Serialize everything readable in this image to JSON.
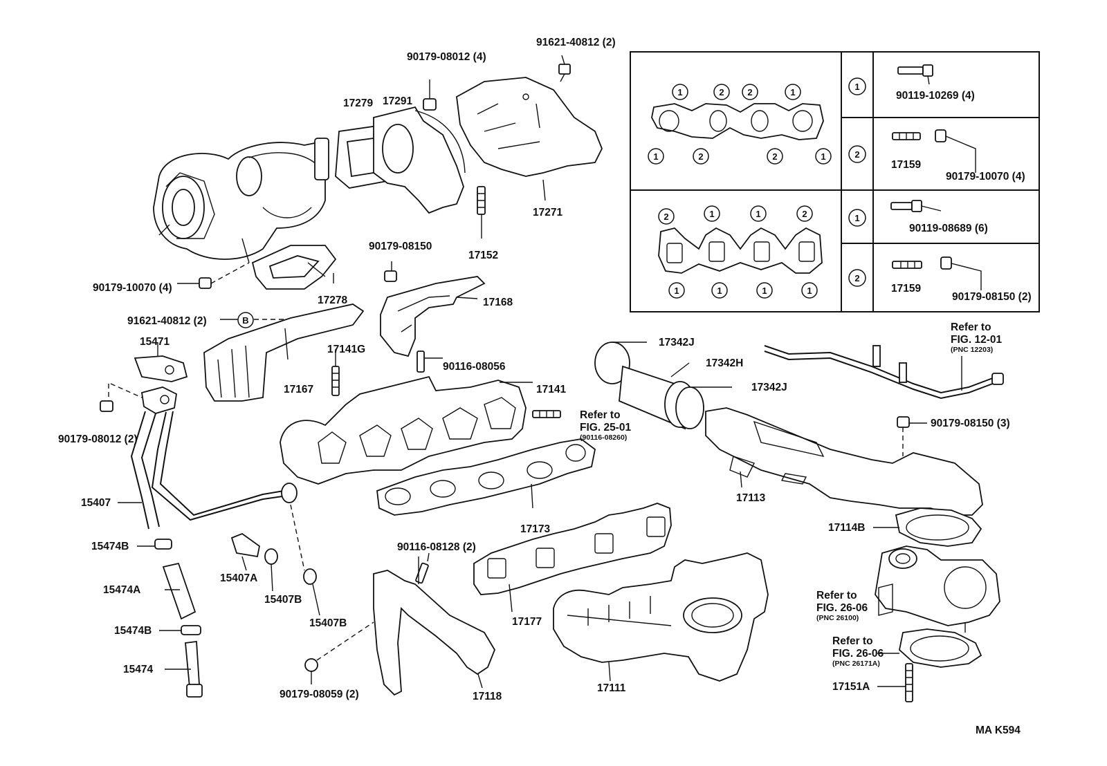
{
  "labels": {
    "p90179_08012_4": "90179-08012 (4)",
    "p91621_40812_2_top": "91621-40812 (2)",
    "p17291": "17291",
    "p17279": "17279",
    "p17271": "17271",
    "p90179_08150": "90179-08150",
    "p17152": "17152",
    "p90179_10070_4": "90179-10070 (4)",
    "p17278": "17278",
    "p91621_40812_2_b": "91621-40812 (2)",
    "b_marker": "B",
    "p17168": "17168",
    "p15471": "15471",
    "p17141G": "17141G",
    "p90116_08056": "90116-08056",
    "p17167": "17167",
    "p17141": "17141",
    "refer_to_1": "Refer to",
    "fig_25_01": "FIG. 25-01",
    "pnc_90116_08260": "(90116-08260)",
    "p90179_08012_2": "90179-08012 (2)",
    "p17173": "17173",
    "p15407": "15407",
    "p15474B_1": "15474B",
    "p15407A": "15407A",
    "p15407B_1": "15407B",
    "p15407B_2": "15407B",
    "p15474A": "15474A",
    "p15474B_2": "15474B",
    "p15474": "15474",
    "p90116_08128_2": "90116-08128 (2)",
    "p17177": "17177",
    "p90179_08059_2": "90179-08059 (2)",
    "p17118": "17118",
    "p17111": "17111",
    "p17342J_1": "17342J",
    "p17342H": "17342H",
    "p17342J_2": "17342J",
    "refer_to_2": "Refer to",
    "fig_12_01": "FIG. 12-01",
    "pnc_12203": "(PNC 12203)",
    "p90179_08150_3": "90179-08150 (3)",
    "p17113": "17113",
    "p17114B": "17114B",
    "refer_to_3": "Refer to",
    "fig_26_06_a": "FIG. 26-06",
    "pnc_26100": "(PNC 26100)",
    "refer_to_4": "Refer to",
    "fig_26_06_b": "FIG. 26-06",
    "pnc_26171A": "(PNC 26171A)",
    "p17151A": "17151A",
    "code": "MA  K594"
  },
  "inset": {
    "row1": {
      "gasket_circles_top": [
        "1",
        "2",
        "2",
        "1"
      ],
      "gasket_circles_bottom": [
        "1",
        "2",
        "2",
        "1"
      ],
      "key_a": "1",
      "key_b": "2",
      "bolt_a": "90119-10269 (4)",
      "stud_b": "17159",
      "nut_b": "90179-10070 (4)"
    },
    "row2": {
      "gasket_circles_top": [
        "2",
        "1",
        "1",
        "2"
      ],
      "gasket_circles_bottom": [
        "1",
        "1",
        "1",
        "1"
      ],
      "key_a": "1",
      "key_b": "2",
      "bolt_a": "90119-08689 (6)",
      "stud_b": "17159",
      "nut_b": "90179-08150 (2)"
    }
  }
}
